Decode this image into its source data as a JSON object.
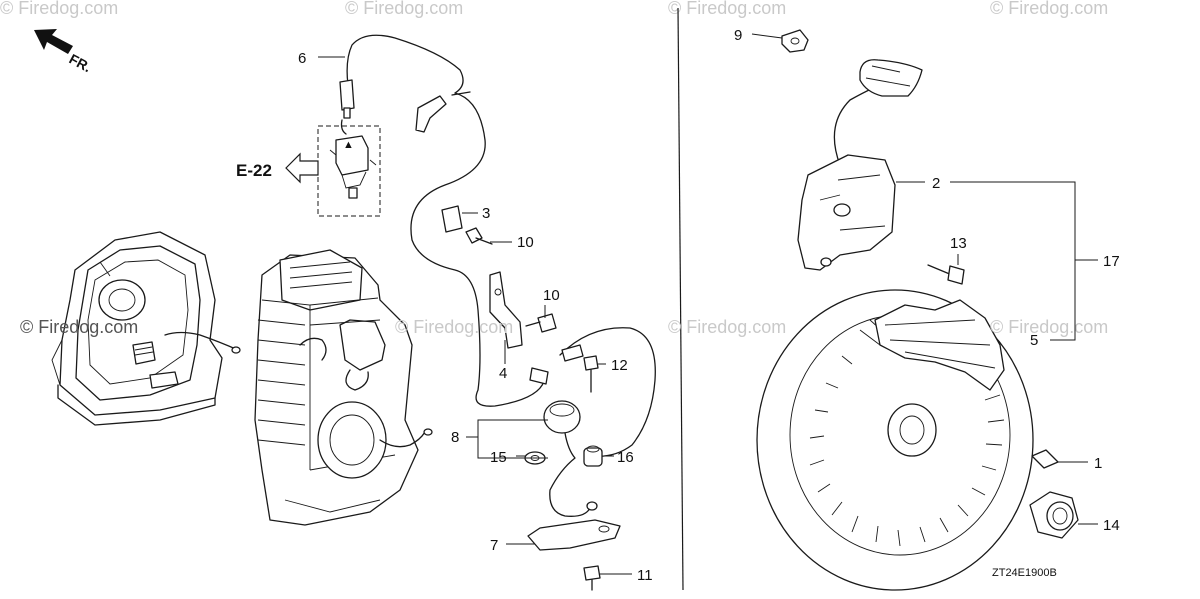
{
  "watermarks": [
    "© Firedog.com",
    "© Firedog.com",
    "© Firedog.com",
    "© Firedog.com",
    "© Firedog.com",
    "© Firedog.com",
    "© Firedog.com",
    "© Firedog.com"
  ],
  "direction": "FR.",
  "reference": "E-22",
  "drawing_code": "ZT24E1900B",
  "callouts": {
    "c1": "1",
    "c2": "2",
    "c3": "3",
    "c4": "4",
    "c5": "5",
    "c6": "6",
    "c7": "7",
    "c8": "8",
    "c9": "9",
    "c10a": "10",
    "c10b": "10",
    "c11": "11",
    "c12": "12",
    "c13": "13",
    "c14": "14",
    "c15": "15",
    "c16": "16",
    "c17": "17"
  }
}
